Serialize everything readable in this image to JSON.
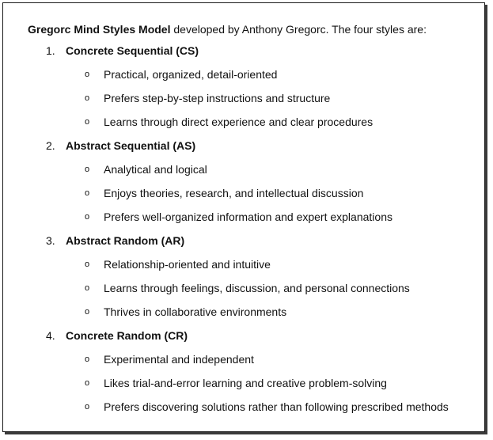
{
  "intro": {
    "bold": "Gregorc Mind Styles Model",
    "rest": " developed by Anthony Gregorc. The four styles are:"
  },
  "bullet_marker": "o",
  "styles": [
    {
      "number": "1.",
      "title": "Concrete Sequential (CS)",
      "items": [
        "Practical, organized, detail-oriented",
        "Prefers step-by-step instructions and structure",
        "Learns through direct experience and clear procedures"
      ]
    },
    {
      "number": "2.",
      "title": "Abstract Sequential (AS)",
      "items": [
        "Analytical and logical",
        "Enjoys theories, research, and intellectual discussion",
        "Prefers well-organized information and expert explanations"
      ]
    },
    {
      "number": "3.",
      "title": "Abstract Random (AR)",
      "items": [
        "Relationship-oriented and intuitive",
        "Learns through feelings, discussion, and personal connections",
        "Thrives in collaborative environments"
      ]
    },
    {
      "number": "4.",
      "title": "Concrete Random (CR)",
      "items": [
        "Experimental and independent",
        "Likes trial-and-error learning and creative problem-solving",
        "Prefers discovering solutions rather than following prescribed methods"
      ]
    }
  ]
}
